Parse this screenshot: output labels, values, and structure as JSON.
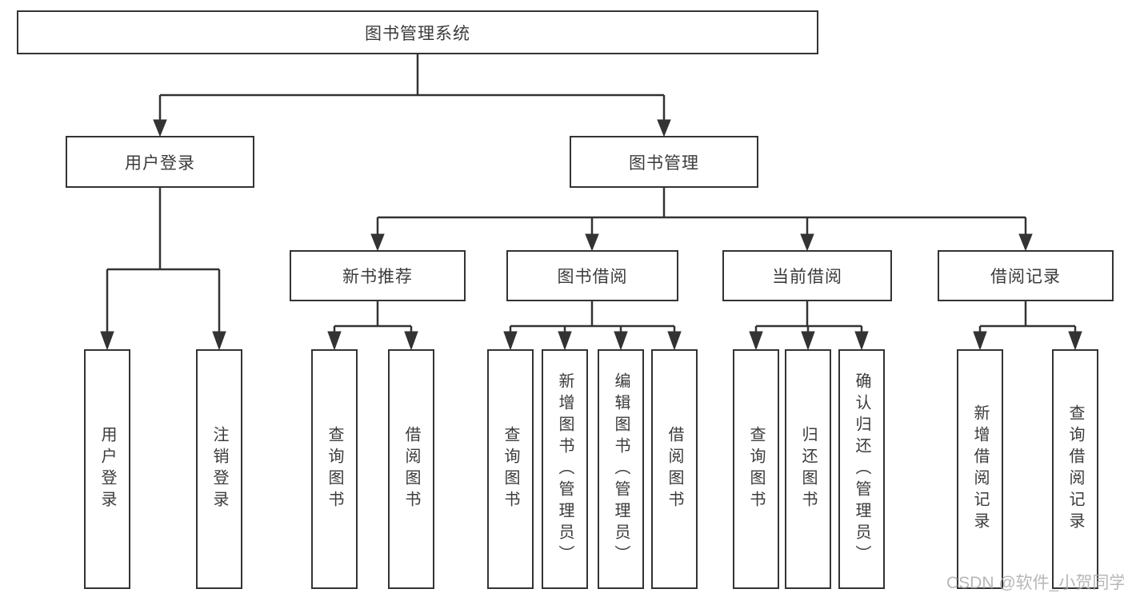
{
  "tree": {
    "label": "图书管理系统",
    "children": [
      {
        "label": "用户登录",
        "children": [
          {
            "label": "用户登录"
          },
          {
            "label": "注销登录"
          }
        ]
      },
      {
        "label": "图书管理",
        "children": [
          {
            "label": "新书推荐",
            "children": [
              {
                "label": "查询图书"
              },
              {
                "label": "借阅图书"
              }
            ]
          },
          {
            "label": "图书借阅",
            "children": [
              {
                "label": "查询图书"
              },
              {
                "label": "新增图书（管理员）"
              },
              {
                "label": "编辑图书（管理员）"
              },
              {
                "label": "借阅图书"
              }
            ]
          },
          {
            "label": "当前借阅",
            "children": [
              {
                "label": "查询图书"
              },
              {
                "label": "归还图书"
              },
              {
                "label": "确认归还（管理员）"
              }
            ]
          },
          {
            "label": "借阅记录",
            "children": [
              {
                "label": "新增借阅记录"
              },
              {
                "label": "查询借阅记录"
              }
            ]
          }
        ]
      }
    ]
  },
  "watermark": "CSDN @软件_小贺同学",
  "colors": {
    "line": "#333333",
    "text": "#3b3b3b",
    "box_background": "#ffffff",
    "watermark": "#ababab"
  }
}
